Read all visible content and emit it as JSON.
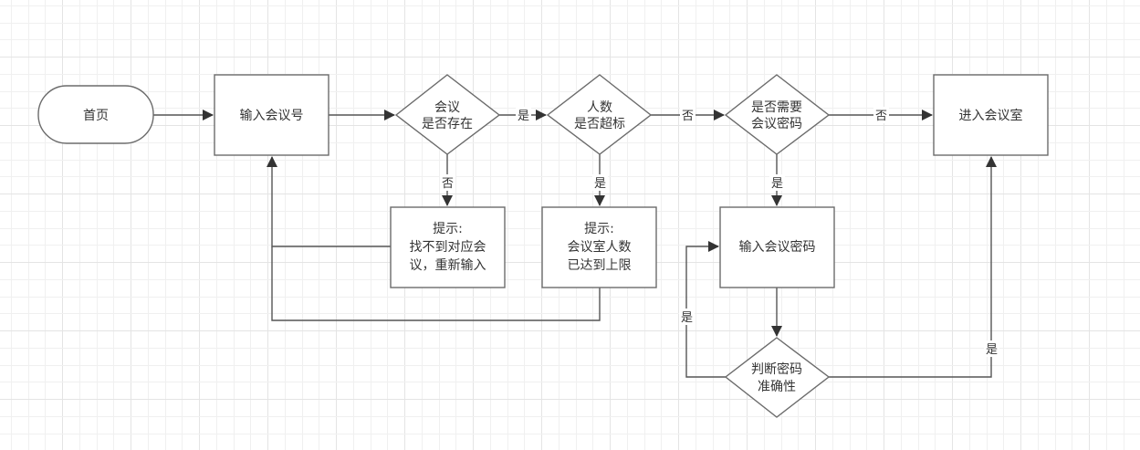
{
  "diagram": {
    "title": "会议加入流程图",
    "nodes": {
      "home": {
        "type": "terminal",
        "lines": [
          "首页"
        ]
      },
      "input_meeting_id": {
        "type": "process",
        "lines": [
          "输入会议号"
        ]
      },
      "meeting_exists": {
        "type": "decision",
        "lines": [
          "会议",
          "是否存在"
        ]
      },
      "people_over_limit": {
        "type": "decision",
        "lines": [
          "人数",
          "是否超标"
        ]
      },
      "need_password": {
        "type": "decision",
        "lines": [
          "是否需要",
          "会议密码"
        ]
      },
      "enter_room": {
        "type": "process",
        "lines": [
          "进入会议室"
        ]
      },
      "tip_not_found": {
        "type": "process",
        "lines": [
          "提示:",
          "找不到对应会",
          "议，重新输入"
        ]
      },
      "tip_full": {
        "type": "process",
        "lines": [
          "提示:",
          "会议室人数",
          "已达到上限"
        ]
      },
      "input_password": {
        "type": "process",
        "lines": [
          "输入会议密码"
        ]
      },
      "check_password": {
        "type": "decision",
        "lines": [
          "判断密码",
          "准确性"
        ]
      }
    },
    "edges": [
      {
        "from": "home",
        "to": "input_meeting_id",
        "label": ""
      },
      {
        "from": "input_meeting_id",
        "to": "meeting_exists",
        "label": ""
      },
      {
        "from": "meeting_exists",
        "to": "people_over_limit",
        "label": "是"
      },
      {
        "from": "people_over_limit",
        "to": "need_password",
        "label": "否"
      },
      {
        "from": "need_password",
        "to": "enter_room",
        "label": "否"
      },
      {
        "from": "meeting_exists",
        "to": "tip_not_found",
        "label": "否"
      },
      {
        "from": "people_over_limit",
        "to": "tip_full",
        "label": "是"
      },
      {
        "from": "need_password",
        "to": "input_password",
        "label": "是"
      },
      {
        "from": "tip_not_found",
        "to": "input_meeting_id",
        "label": ""
      },
      {
        "from": "tip_full",
        "to": "input_meeting_id",
        "label": ""
      },
      {
        "from": "input_password",
        "to": "check_password",
        "label": ""
      },
      {
        "from": "check_password",
        "to": "input_password",
        "label": "是"
      },
      {
        "from": "check_password",
        "to": "enter_room",
        "label": "是"
      }
    ]
  },
  "colors": {
    "stroke": "#6b6b6b",
    "edge": "#555555",
    "text": "#333333",
    "grid_minor": "#f0f0f0",
    "grid_major": "#e4e4e4"
  }
}
